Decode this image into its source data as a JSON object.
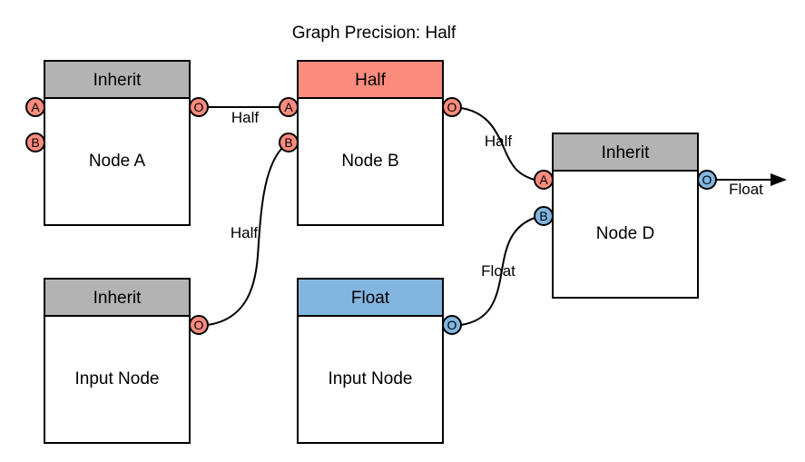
{
  "title": "Graph Precision: Half",
  "colors": {
    "red_port": "#FB8C7E",
    "blue_port": "#82B6E0",
    "gray_header": "#B3B3B3",
    "stroke": "#000000",
    "background": "#FFFFFF"
  },
  "nodes": {
    "node_a": {
      "header": "Inherit",
      "header_color": "gray",
      "label": "Node A",
      "ports": {
        "a": "A",
        "b": "B",
        "o": "O"
      },
      "port_colors": {
        "a": "red",
        "b": "red",
        "o": "red"
      }
    },
    "node_b": {
      "header": "Half",
      "header_color": "red",
      "label": "Node B",
      "ports": {
        "a": "A",
        "b": "B",
        "o": "O"
      },
      "port_colors": {
        "a": "red",
        "b": "red",
        "o": "red"
      }
    },
    "node_d": {
      "header": "Inherit",
      "header_color": "gray",
      "label": "Node D",
      "ports": {
        "a": "A",
        "b": "B",
        "o": "O"
      },
      "port_colors": {
        "a": "red",
        "b": "blue",
        "o": "blue"
      }
    },
    "input_left": {
      "header": "Inherit",
      "header_color": "gray",
      "label": "Input Node",
      "ports": {
        "o": "O"
      },
      "port_colors": {
        "o": "red"
      }
    },
    "input_mid": {
      "header": "Float",
      "header_color": "blue",
      "label": "Input Node",
      "ports": {
        "o": "O"
      },
      "port_colors": {
        "o": "blue"
      }
    }
  },
  "edges": {
    "node_a_to_node_b": {
      "label": "Half",
      "from": "Node A port O",
      "to": "Node B port A"
    },
    "input_left_to_node_b": {
      "label": "Half",
      "from": "Input Node (Inherit) port O",
      "to": "Node B port B"
    },
    "node_b_to_node_d": {
      "label": "Half",
      "from": "Node B port O",
      "to": "Node D port A"
    },
    "input_mid_to_node_d": {
      "label": "Float",
      "from": "Input Node (Float) port O",
      "to": "Node D port B"
    },
    "node_d_output": {
      "label": "Float",
      "from": "Node D port O",
      "to": "graph output arrow"
    }
  }
}
